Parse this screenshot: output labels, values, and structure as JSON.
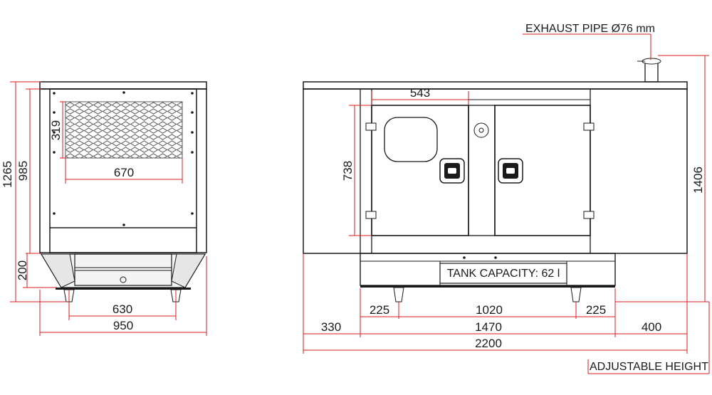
{
  "drawing": {
    "exhaust_label": "EXHAUST PIPE Ø76 mm",
    "tank_label": "TANK CAPACITY: 62 l",
    "adjustable_label": "ADJUSTABLE HEIGHT"
  },
  "side_view": {
    "overall_height": "1265",
    "enclosure_height": "985",
    "grille_height": "319",
    "base_height": "200",
    "grille_width": "670",
    "feet_spacing": "630",
    "overall_width": "950"
  },
  "front_view": {
    "door_width": "543",
    "door_height": "738",
    "overall_height": "1406",
    "foot_offset_left": "225",
    "feet_spacing": "1020",
    "foot_offset_right": "225",
    "left_overhang": "330",
    "base_length": "1470",
    "right_overhang": "400",
    "overall_length": "2200"
  },
  "colors": {
    "outline": "#1a1a1a",
    "dimension": "#d81e1e"
  }
}
